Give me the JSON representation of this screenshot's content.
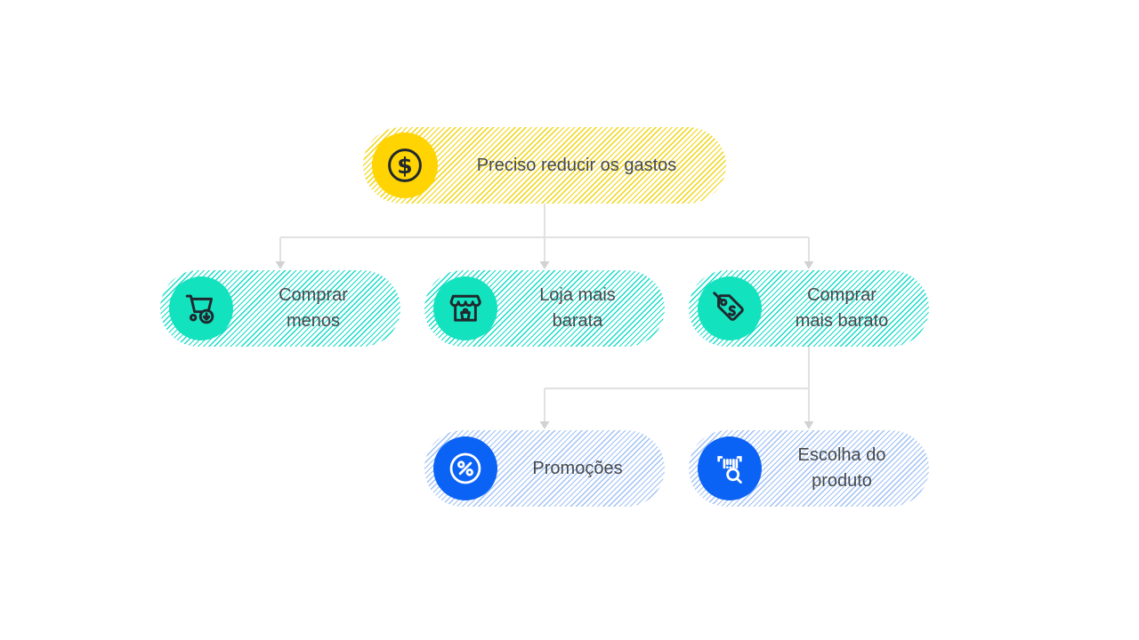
{
  "diagram": {
    "root": {
      "id": "preciso-reducir-os-gastos",
      "label": "Preciso reducir os gastos",
      "icon": "dollar-coin-icon"
    },
    "children": [
      {
        "id": "comprar-menos",
        "label": "Comprar\nmenos",
        "icon": "cart-arrow-down-icon"
      },
      {
        "id": "loja-mais-barata",
        "label": "Loja mais\nbarata",
        "icon": "storefront-icon"
      },
      {
        "id": "comprar-mais-barato",
        "label": "Comprar\nmais barato",
        "icon": "price-tag-icon"
      }
    ],
    "grandchildren": [
      {
        "id": "promocoes",
        "label": "Promoções",
        "icon": "percent-circle-icon"
      },
      {
        "id": "escolha-do-produto",
        "label": "Escolha do\nproduto",
        "icon": "barcode-search-icon"
      }
    ],
    "edges": [
      {
        "from": "preciso-reducir-os-gastos",
        "to": "comprar-menos"
      },
      {
        "from": "preciso-reducir-os-gastos",
        "to": "loja-mais-barata"
      },
      {
        "from": "preciso-reducir-os-gastos",
        "to": "comprar-mais-barato"
      },
      {
        "from": "comprar-mais-barato",
        "to": "promocoes"
      },
      {
        "from": "comprar-mais-barato",
        "to": "escolha-do-produto"
      }
    ]
  },
  "colors": {
    "yellow_solid": "#FFD402",
    "yellow_hatch": "#F2D40A",
    "teal_solid": "#13E2BE",
    "teal_hatch": "#14DCC8",
    "blue_solid": "#0B63F5",
    "blue_hatch": "#9FC1F6",
    "text": "#45494D",
    "icon_dark": "#21282E",
    "line": "#E1E1E1",
    "arrow": "#D2D2D2"
  }
}
